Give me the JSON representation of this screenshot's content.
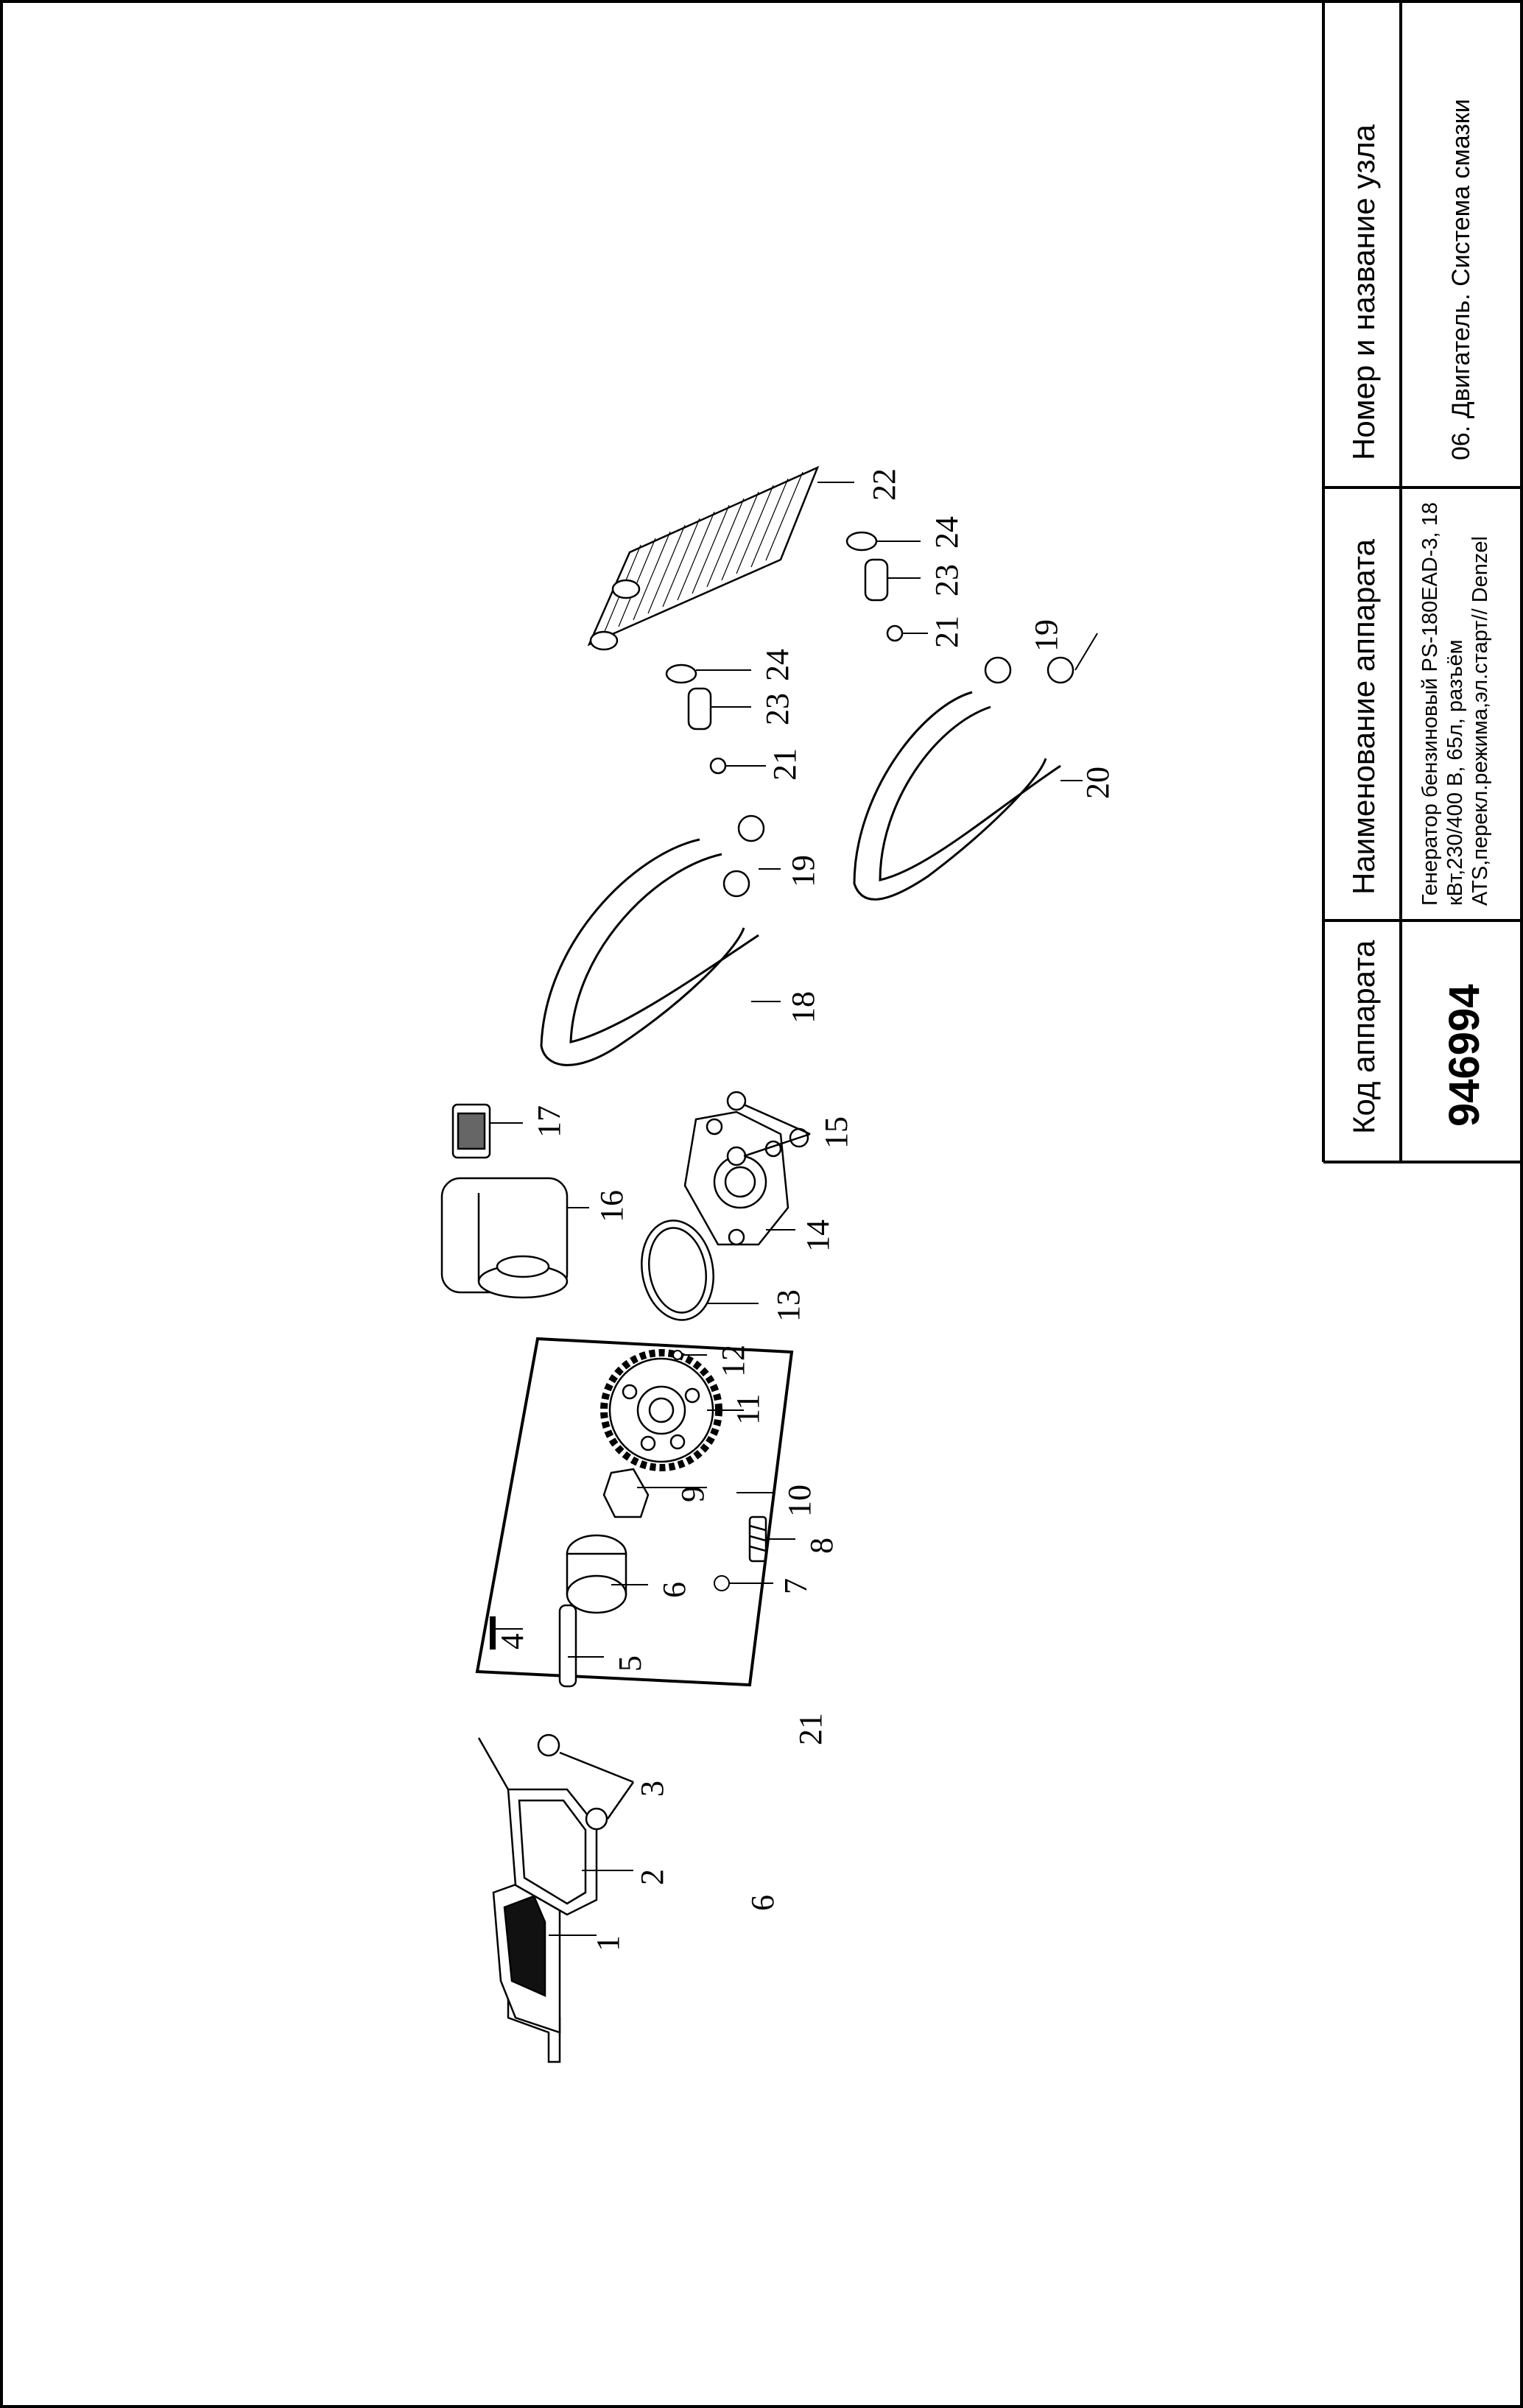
{
  "title_block": {
    "code_header": "Код аппарата",
    "code_value": "946994",
    "name_header": "Наименование аппарата",
    "name_value": "Генератор бензиновый PS-180EAD-3, 18 кВт,230/400 В, 65л, разъём ATS,перекл.режима,эл.старт// Denzel",
    "node_header": "Номер и название узла",
    "node_value": "06. Двигатель. Система смазки"
  },
  "callouts": [
    "1",
    "2",
    "3",
    "4",
    "5",
    "6",
    "7",
    "8",
    "9",
    "10",
    "11",
    "12",
    "13",
    "14",
    "15",
    "16",
    "17",
    "18",
    "19",
    "19",
    "20",
    "21",
    "21",
    "22",
    "23",
    "23",
    "24",
    "24",
    "21",
    "6"
  ]
}
